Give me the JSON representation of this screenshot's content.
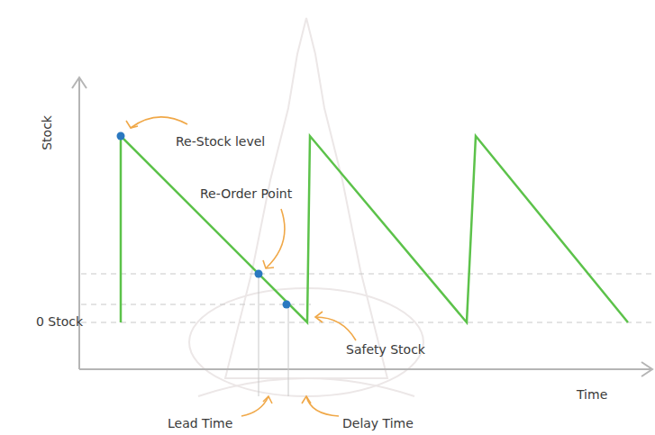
{
  "diagram": {
    "labels": [
      "Stock",
      "Time",
      "0 Stock",
      "Re-Stock level",
      "Re-Order Point",
      "Safety Stock",
      "Lead Time",
      "Delay Time"
    ]
  }
}
